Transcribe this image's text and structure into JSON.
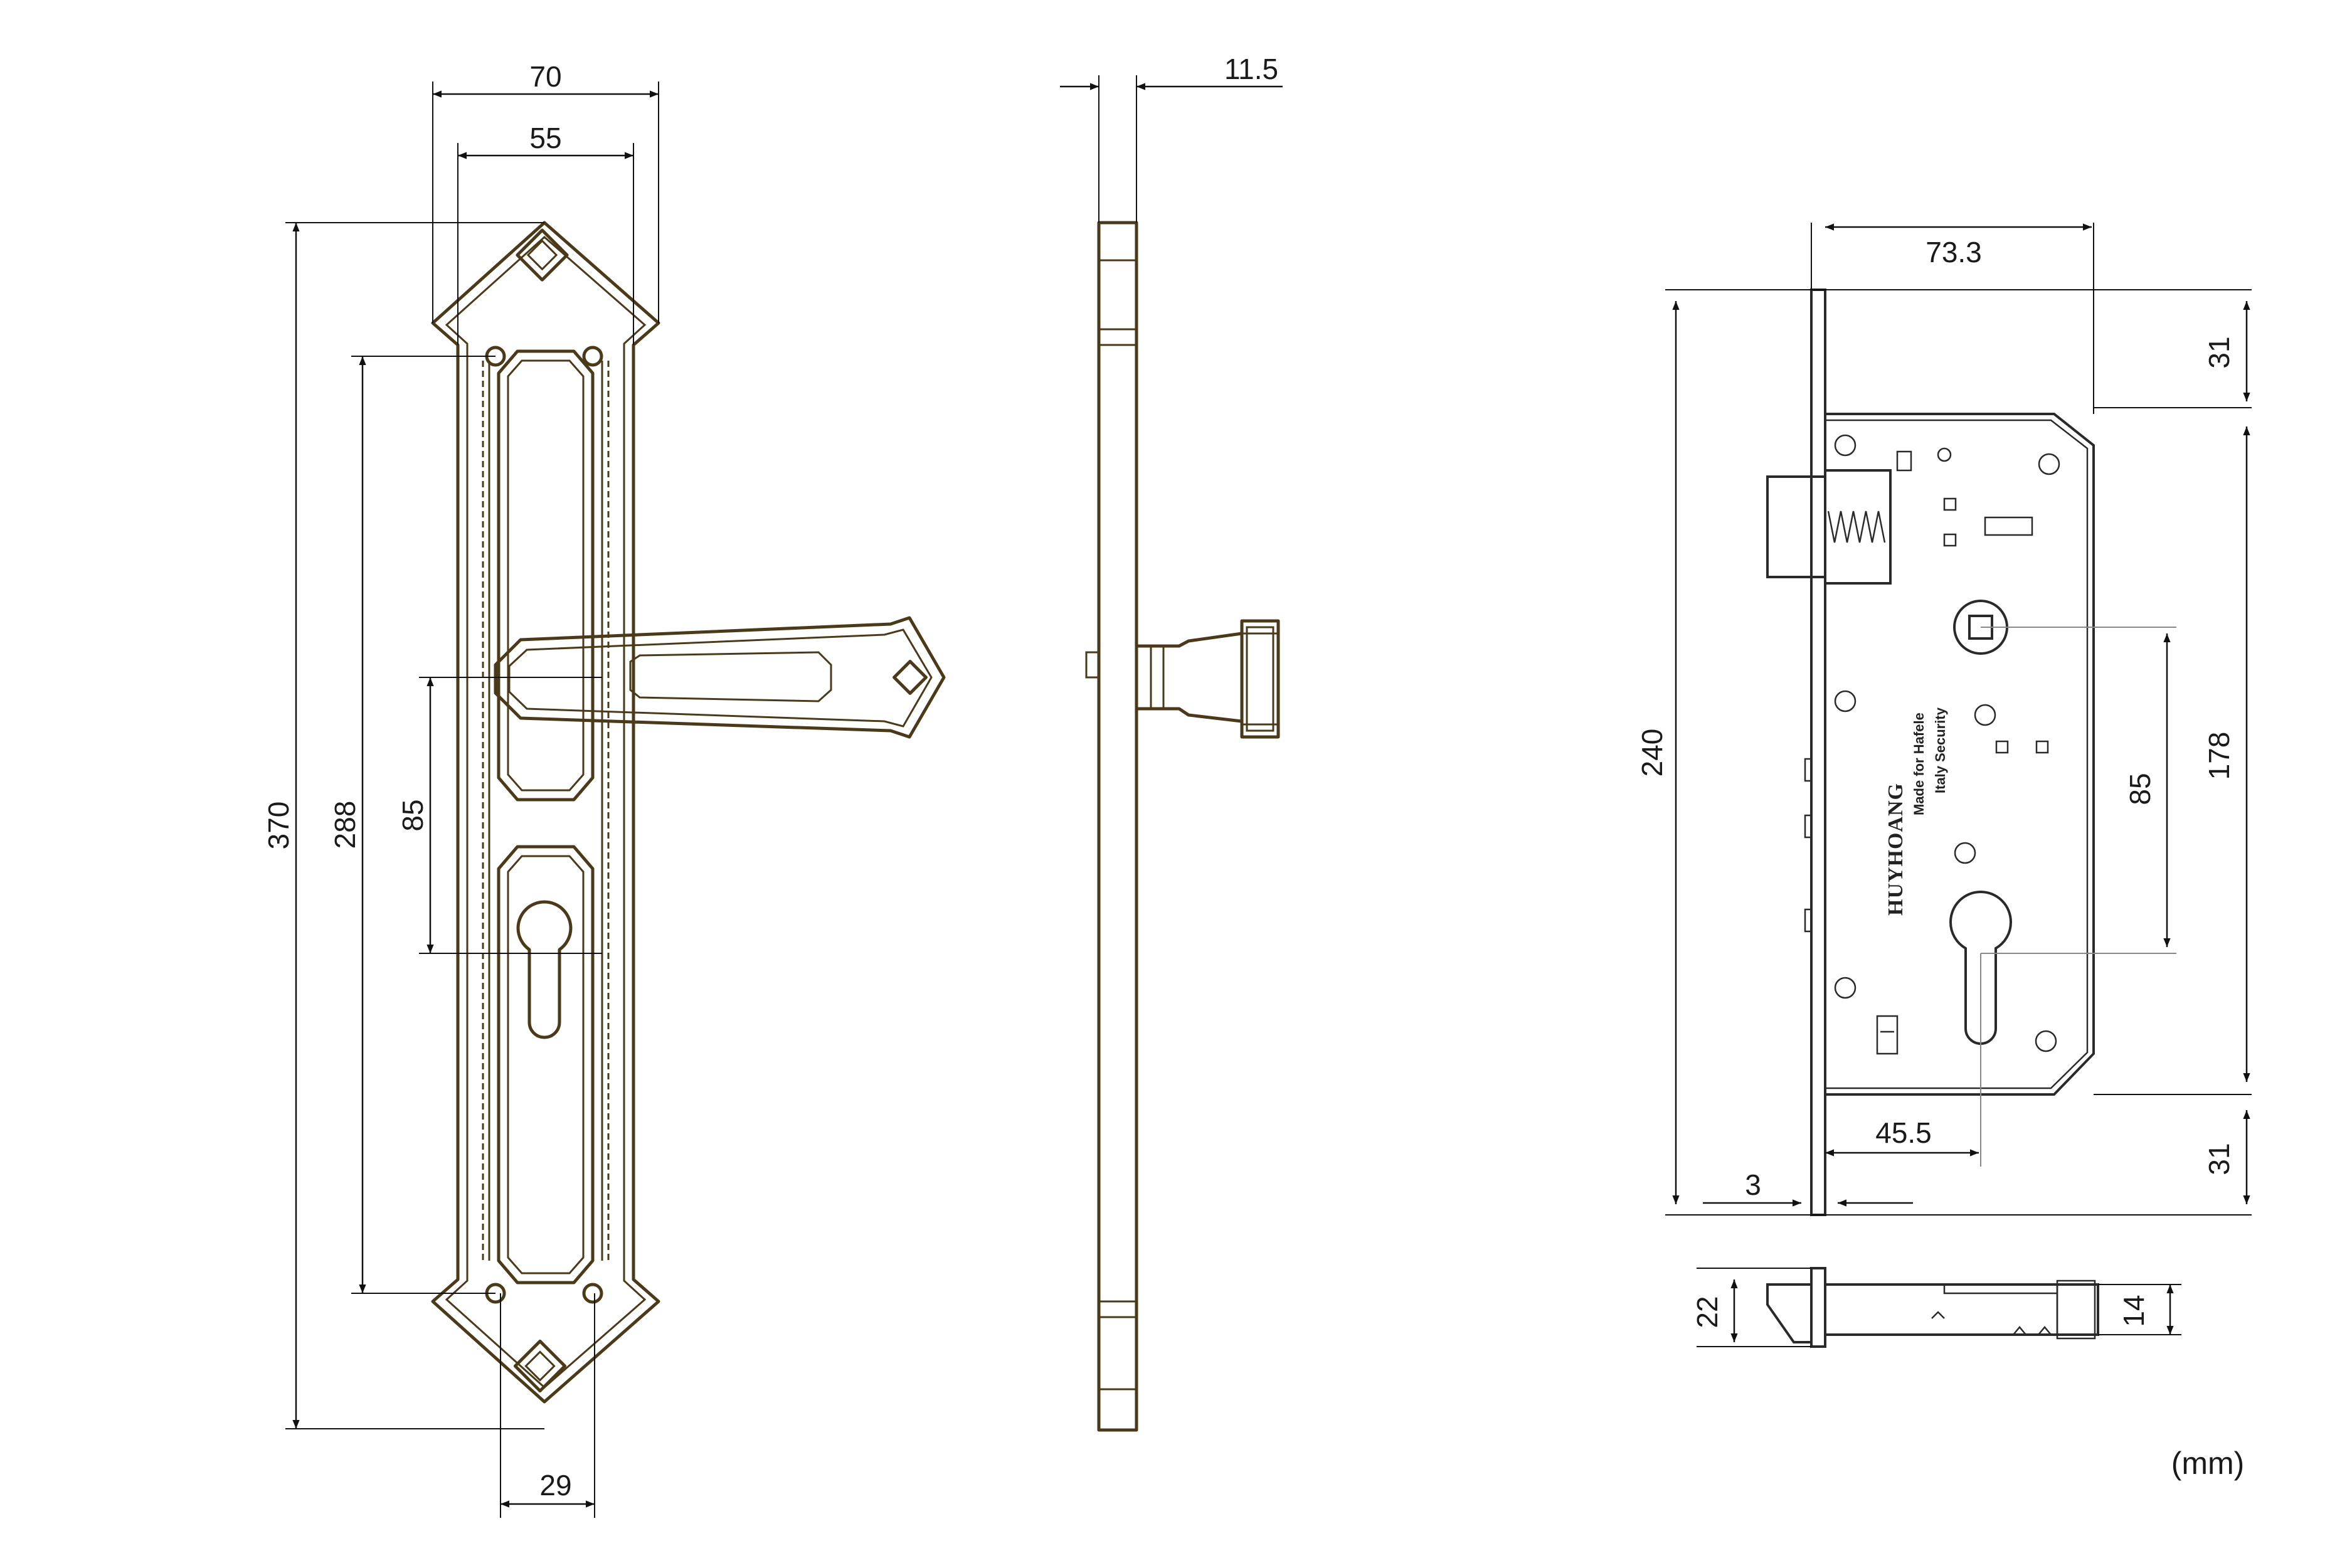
{
  "unit_label": "(mm)",
  "brand": {
    "logo_text": "HUYHOANG",
    "line1": "Made for Hafele",
    "line2": "Italy Security"
  },
  "handle_front": {
    "width_total": "70",
    "width_inner": "55",
    "height_total": "370",
    "screw_spacing": "288",
    "handle_to_key": "85",
    "screw_bottom_spacing": "29"
  },
  "handle_side": {
    "thickness": "11.5"
  },
  "mortise": {
    "case_depth": "73.3",
    "total_height": "240",
    "top_offset": "31",
    "bottom_offset": "31",
    "case_height": "178",
    "handle_to_key": "85",
    "backset": "45.5",
    "faceplate": "3",
    "faceplate_width": "22",
    "case_thickness": "14"
  },
  "colors": {
    "handle_stroke": "#4a3a1a",
    "dimension_stroke": "#111111",
    "case_stroke": "#2a2a2a"
  }
}
